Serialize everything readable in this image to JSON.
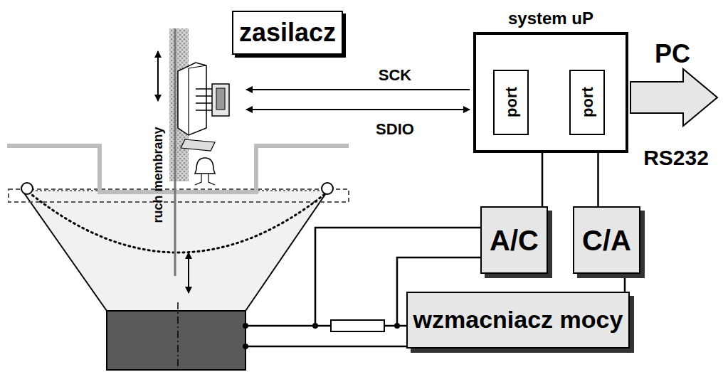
{
  "diagram": {
    "nodes": [
      {
        "text": [
          "zasilacz"
        ]
      },
      {
        "text": [
          "system uP"
        ]
      },
      {
        "text": [
          "port"
        ],
        "in": 1
      },
      {
        "text": [
          "port"
        ],
        "in": 1
      },
      {
        "text": [
          "A/C"
        ]
      },
      {
        "text": [
          "C/A"
        ]
      },
      {
        "text": [
          "wzmacniacz mocy"
        ]
      }
    ],
    "edges": [
      {
        "from": 1,
        "to": 4,
        "arrow": "none"
      },
      {
        "from": 1,
        "to": 5,
        "arrow": "none"
      },
      {
        "from": 5,
        "to": 6,
        "arrow": "none"
      }
    ],
    "labels": [
      "SCK",
      "SDIO",
      "PC",
      "RS232",
      "ruch membrany"
    ]
  }
}
